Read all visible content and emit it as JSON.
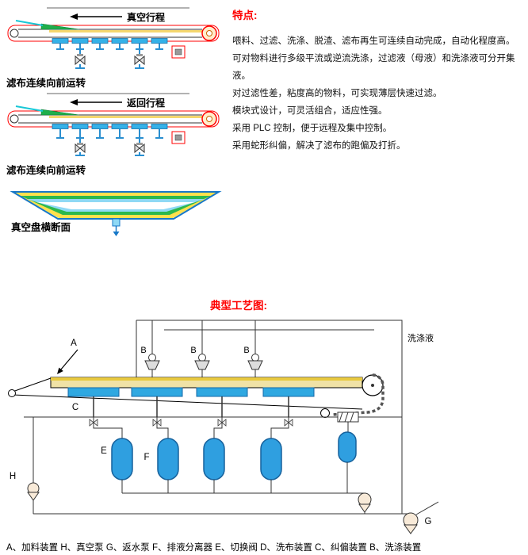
{
  "colors": {
    "heading_red": "#ff0000",
    "diagram_blue": "#2fa8e1",
    "vessel_blue": "#2f9fe0",
    "green": "#1fae4b",
    "yellow": "#f3d03e",
    "cyan": "#19c7d6",
    "belt_tan": "#f0e2a6",
    "outline_red": "#ff0000",
    "pan_blue": "#1778c8"
  },
  "stroke_diagrams": {
    "d1": {
      "direction_label": "真空行程",
      "caption": "滤布连续向前运转"
    },
    "d2": {
      "direction_label": "返回行程",
      "caption": "滤布连续向前运转"
    },
    "d3": {
      "caption": "真空盘横断面"
    }
  },
  "features": {
    "title": "特点:",
    "items": [
      "喂料、过滤、洗涤、脱渣、滤布再生可连续自动完成，自动化程度高。",
      "可对物料进行多级平流或逆流洗涤，过滤液（母液）和洗涤液可分开集液。",
      "对过滤性差，粘度高的物料，可实现薄层快速过滤。",
      "模块式设计，可灵活组合，适应性强。",
      "采用 PLC 控制，便于远程及集中控制。",
      "采用蛇形纠偏，解决了滤布的跑偏及打折。"
    ]
  },
  "process": {
    "title": "典型工艺图:",
    "wash_liquid_label": "洗涤液",
    "labels": {
      "A": "A",
      "B": "B",
      "C": "C",
      "E": "E",
      "F": "F",
      "G": "G",
      "H": "H"
    },
    "legend": "A、加料装置 H、真空泵 G、返水泵 F、排液分离器 E、切换阀 D、洗布装置 C、纠偏装置 B、洗涤装置"
  }
}
